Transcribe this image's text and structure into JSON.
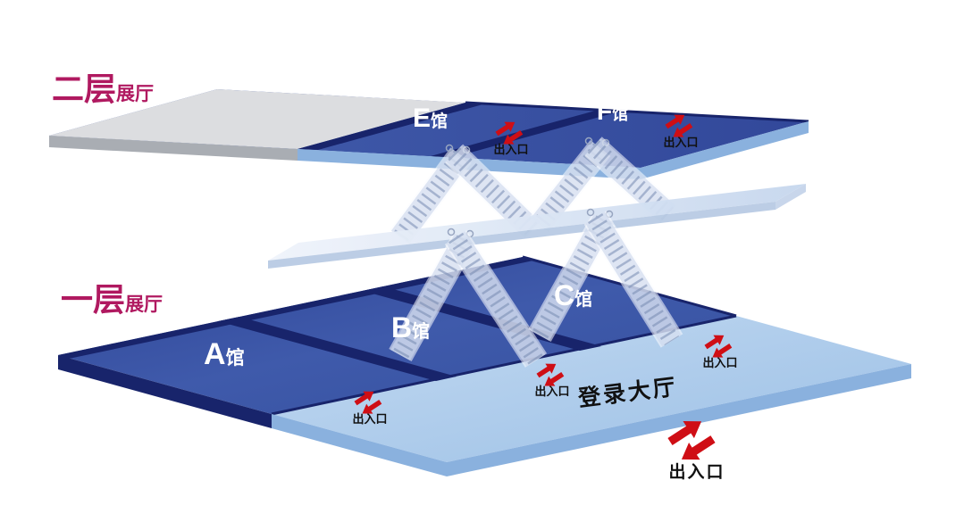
{
  "colors": {
    "hall_blue": "#3a55a6",
    "navy": "#18246b",
    "lobby_blue": "#a9c8ea",
    "slab_face_blue": "#8ab1de",
    "gray_area": "#dcdde0",
    "gray_face": "#a9adb3",
    "platform_blue": "#d7e2f2",
    "label_magenta": "#b01960",
    "arrow_red": "#cf0e15",
    "hall_text_white": "#ffffff",
    "text_black": "#111111"
  },
  "floor2": {
    "label_big": "二层",
    "label_small": "展厅",
    "halls": [
      {
        "letter": "E",
        "suffix": "馆"
      },
      {
        "letter": "F",
        "suffix": "馆"
      }
    ],
    "exits": [
      "出入口",
      "出入口"
    ]
  },
  "floor1": {
    "label_big": "一层",
    "label_small": "展厅",
    "halls": [
      {
        "letter": "A",
        "suffix": "馆"
      },
      {
        "letter": "B",
        "suffix": "馆"
      },
      {
        "letter": "C",
        "suffix": "馆"
      }
    ],
    "lobby_label": "登录大厅",
    "exits": [
      "出入口",
      "出入口",
      "出入口"
    ]
  },
  "main_entrance": {
    "label": "出入口"
  }
}
